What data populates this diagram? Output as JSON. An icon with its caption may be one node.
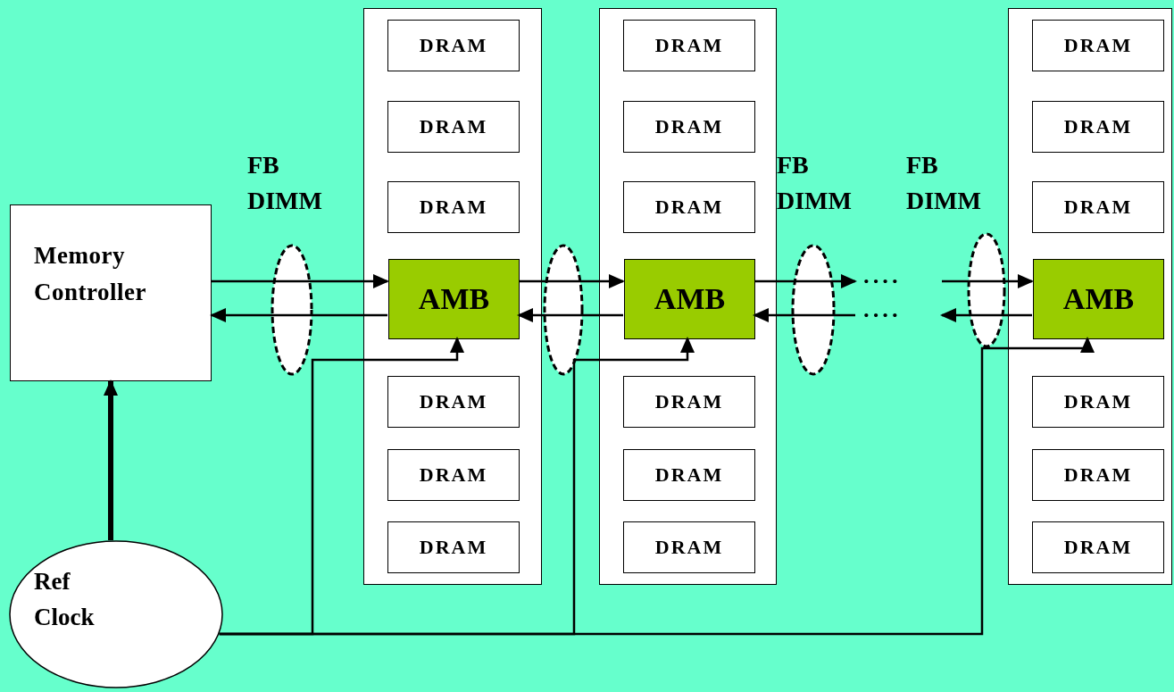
{
  "diagram": {
    "nodes": [
      {
        "text": [
          "Memory Controller"
        ]
      },
      {
        "text": [
          "Ref Clock"
        ]
      },
      {
        "text": [],
        "shape": "box"
      },
      {
        "text": [
          "DRAM"
        ],
        "in": 2
      },
      {
        "text": [
          "DRAM"
        ],
        "in": 2
      },
      {
        "text": [
          "DRAM"
        ],
        "in": 2
      },
      {
        "text": [
          "AMB"
        ],
        "in": 2
      },
      {
        "text": [
          "DRAM"
        ],
        "in": 2
      },
      {
        "text": [
          "DRAM"
        ],
        "in": 2
      },
      {
        "text": [
          "DRAM"
        ],
        "in": 2
      },
      {
        "text": [],
        "shape": "box"
      },
      {
        "text": [
          "DRAM"
        ],
        "in": 10
      },
      {
        "text": [
          "DRAM"
        ],
        "in": 10
      },
      {
        "text": [
          "DRAM"
        ],
        "in": 10
      },
      {
        "text": [
          "AMB"
        ],
        "in": 10
      },
      {
        "text": [
          "DRAM"
        ],
        "in": 10
      },
      {
        "text": [
          "DRAM"
        ],
        "in": 10
      },
      {
        "text": [
          "DRAM"
        ],
        "in": 10
      },
      {
        "text": [],
        "shape": "box"
      },
      {
        "text": [
          "DRAM"
        ],
        "in": 18
      },
      {
        "text": [
          "DRAM"
        ],
        "in": 18
      },
      {
        "text": [
          "DRAM"
        ],
        "in": 18
      },
      {
        "text": [
          "AMB"
        ],
        "in": 18
      },
      {
        "text": [
          "DRAM"
        ],
        "in": 18
      },
      {
        "text": [
          "DRAM"
        ],
        "in": 18
      },
      {
        "text": [
          "DRAM"
        ],
        "in": 18
      },
      {
        "text": [
          "····"
        ]
      },
      {
        "text": [
          "····"
        ]
      }
    ],
    "edges": [
      {
        "from": 1,
        "to": 0,
        "arrow": "to",
        "style": "thick"
      },
      {
        "from": 0,
        "to": 6,
        "arrow": "to"
      },
      {
        "from": 6,
        "to": 0,
        "arrow": "to"
      },
      {
        "from": 6,
        "to": 14,
        "arrow": "to"
      },
      {
        "from": 14,
        "to": 6,
        "arrow": "to"
      },
      {
        "from": 14,
        "to": 26,
        "arrow": "to"
      },
      {
        "from": 27,
        "to": 14,
        "arrow": "to"
      },
      {
        "from": null,
        "to": 22,
        "arrow": "to"
      },
      {
        "from": 22,
        "to": null,
        "arrow": "to"
      },
      {
        "from": 1,
        "to": 6,
        "arrow": "to"
      },
      {
        "from": 1,
        "to": 14,
        "arrow": "to"
      },
      {
        "from": 1,
        "to": 22,
        "arrow": "to"
      }
    ],
    "labels": [
      "FB DIMM",
      "FB DIMM",
      "FB DIMM"
    ]
  }
}
